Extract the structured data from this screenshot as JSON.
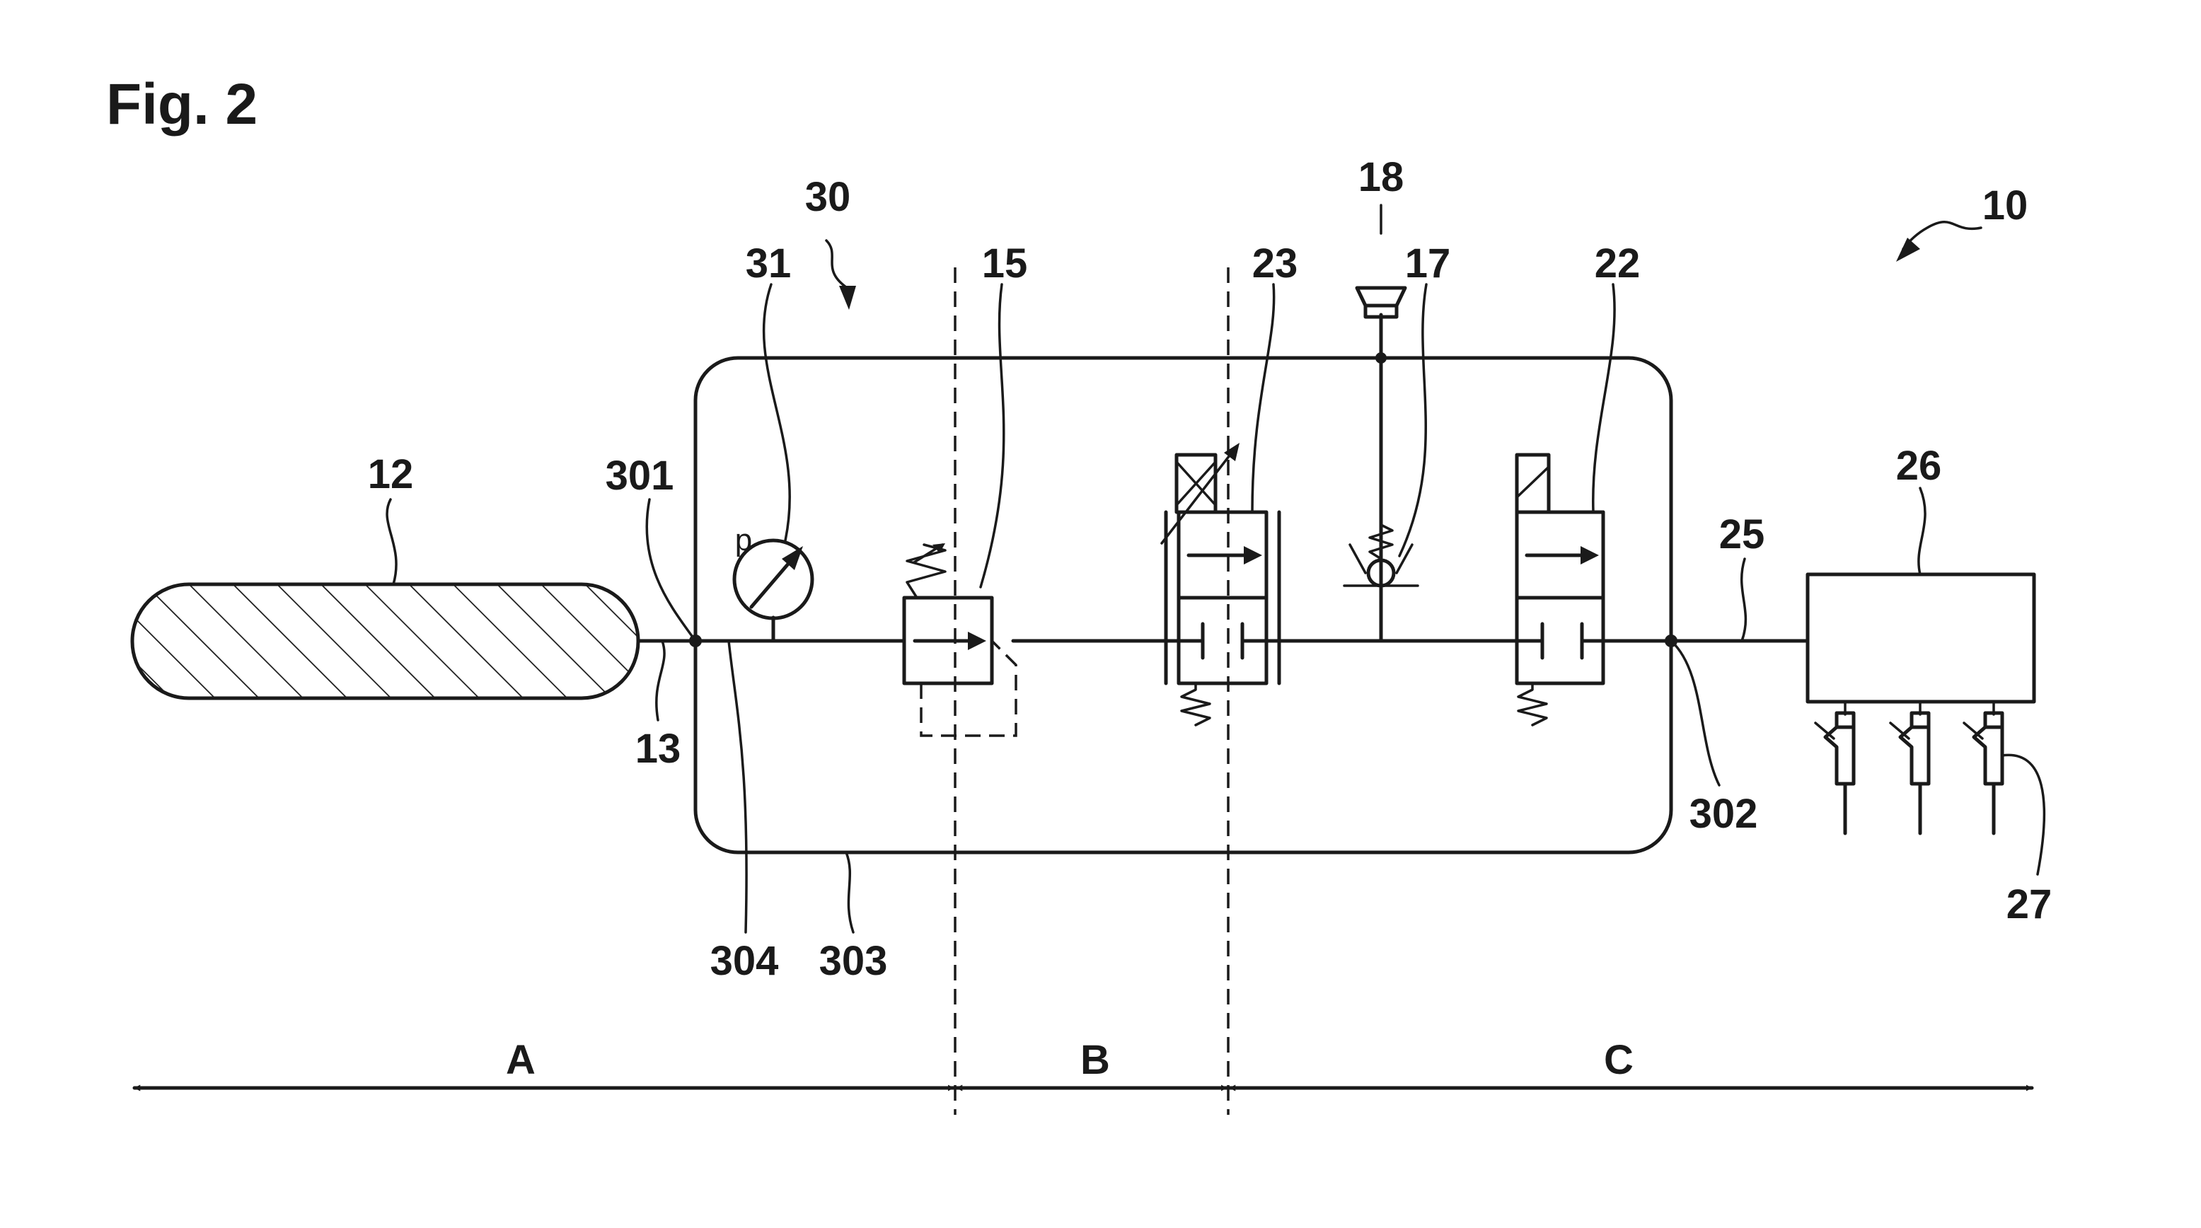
{
  "figure": {
    "title": "Fig. 2"
  },
  "labels": {
    "system": "10",
    "tank": "12",
    "tank_line": "13",
    "pressure_regulator": "15",
    "check_valve": "17",
    "filler": "18",
    "shutoff_valve": "22",
    "proportional_valve": "23",
    "supply_line": "25",
    "fuel_rail": "26",
    "injectors": "27",
    "housing": "30",
    "pressure_sensor": "31",
    "inlet_port": "301",
    "outlet_port": "302",
    "housing_wall": "303",
    "internal_line": "304",
    "gauge_symbol": "p"
  },
  "zones": {
    "a": "A",
    "b": "B",
    "c": "C"
  }
}
